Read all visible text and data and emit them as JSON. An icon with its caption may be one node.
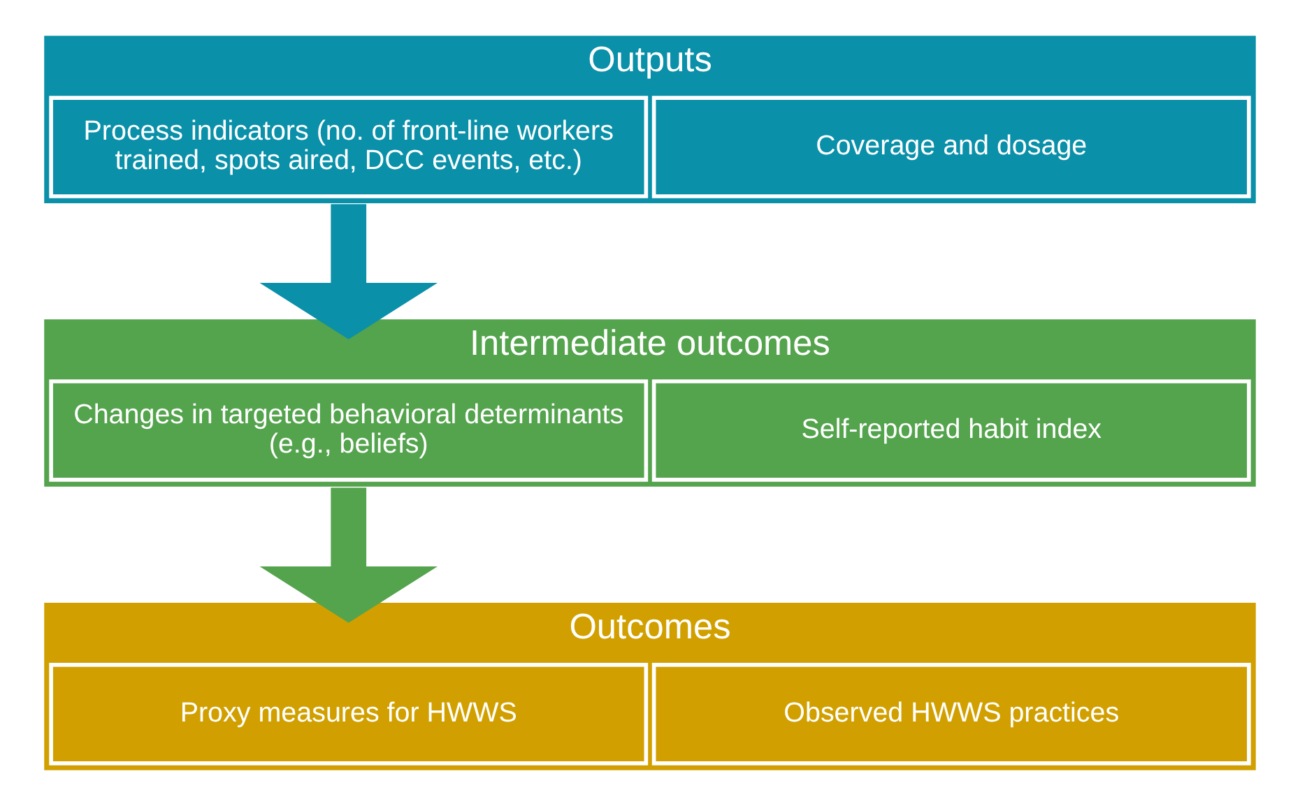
{
  "diagram": {
    "nodes": [
      {
        "text": [
          "Outputs"
        ]
      },
      {
        "text": [
          "Process indicators (no. of front-line workers trained, spots aired, DCC events, etc.)"
        ],
        "in": 0
      },
      {
        "text": [
          "Coverage and dosage"
        ],
        "in": 0
      },
      {
        "text": [
          "Intermediate outcomes"
        ]
      },
      {
        "text": [
          "Changes in targeted behavioral determinants (e.g., beliefs)"
        ],
        "in": 3
      },
      {
        "text": [
          "Self-reported habit index"
        ],
        "in": 3
      },
      {
        "text": [
          "Outcomes"
        ]
      },
      {
        "text": [
          "Proxy measures for HWWS"
        ],
        "in": 6
      },
      {
        "text": [
          "Observed HWWS practices"
        ],
        "in": 6
      }
    ],
    "edges": [
      {
        "from": 0,
        "to": 3,
        "arrow": "to",
        "color": "#0a90a9"
      },
      {
        "from": 3,
        "to": 6,
        "arrow": "to",
        "color": "#54a34d"
      }
    ]
  }
}
